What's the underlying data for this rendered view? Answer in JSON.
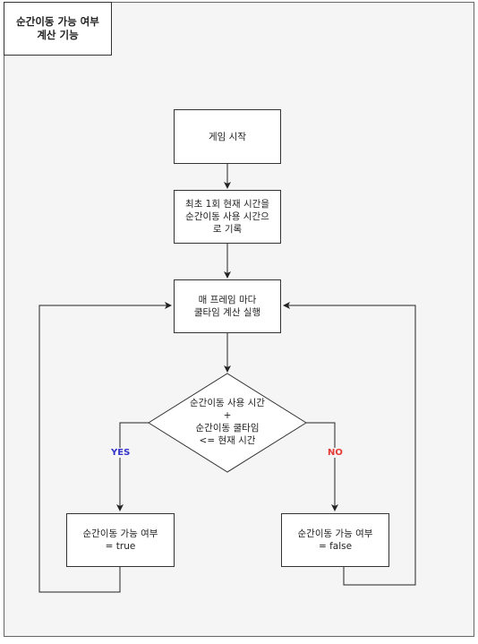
{
  "title": "순간이동 가능 여부\n계산 기능",
  "nodes": {
    "start": "게임 시작",
    "record": "최초 1회 현재 시간을\n순간이동 사용 시간으\n로 기록",
    "per_frame": "매 프레임 마다\n쿨타임 계산 실행",
    "decision": "순간이동 사용 시간\n+\n순간이동 쿨타임\n<= 현재 시간",
    "true_result": "순간이동 가능 여부\n= true",
    "false_result": "순간이동 가능 여부\n= false"
  },
  "edges": {
    "yes_label": "YES",
    "no_label": "NO"
  },
  "colors": {
    "yes": "#3333cc",
    "no": "#e53935",
    "line": "#222222"
  }
}
